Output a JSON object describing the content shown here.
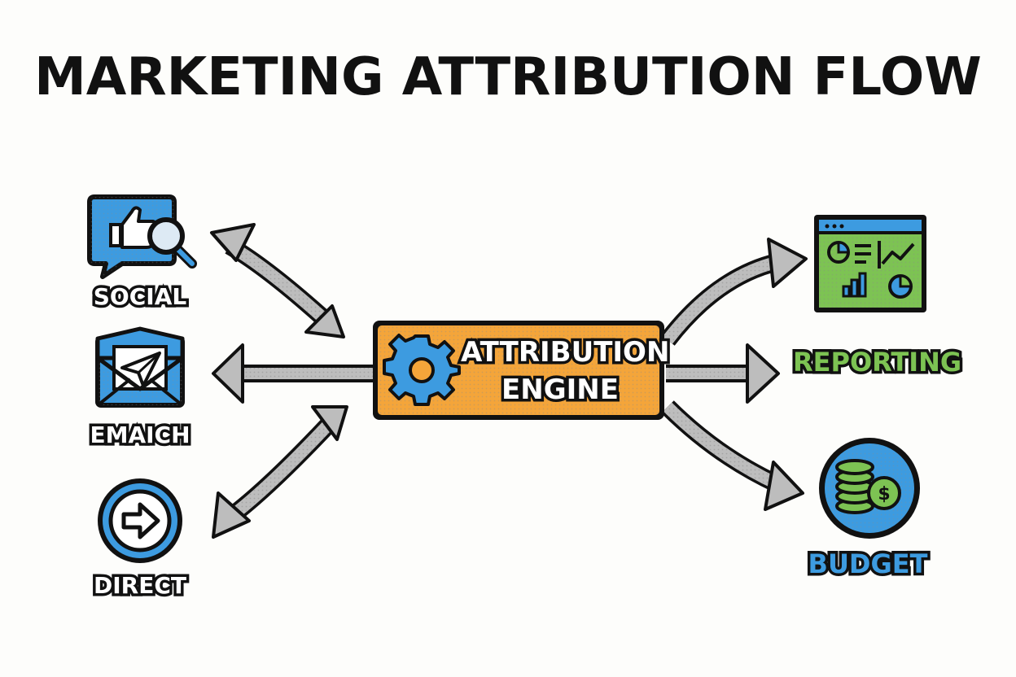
{
  "title": "MARKETING ATTRIBUTION FLOW",
  "engine": {
    "line1": "ATTRIBUTION",
    "line2": "ENGINE"
  },
  "sources": [
    {
      "label": "SOCIAL",
      "icon": "social-chat-like-search-icon"
    },
    {
      "label": "EMAICH",
      "icon": "email-envelope-icon"
    },
    {
      "label": "DIRECT",
      "icon": "direct-arrow-icon"
    }
  ],
  "outputs": [
    {
      "label": "REPORTING",
      "icon": "reporting-dashboard-icon"
    },
    {
      "label": "BUDGET",
      "icon": "budget-coins-icon"
    }
  ],
  "colors": {
    "engine_fill": "#f4a53a",
    "accent_blue": "#3d9be0",
    "accent_green": "#7dc353",
    "arrow_gray": "#b9b9b9",
    "outline": "#111111"
  }
}
